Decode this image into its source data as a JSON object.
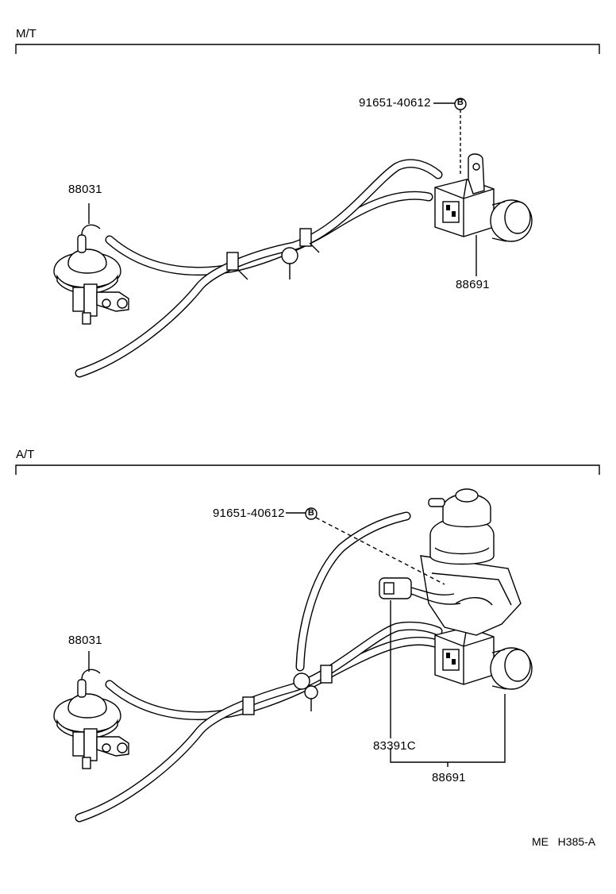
{
  "sections": {
    "mt": {
      "title": "M/T",
      "labels": {
        "bolt": "91651-40612",
        "bolt_marker": "B",
        "actuator": "88031",
        "vsv": "88691"
      }
    },
    "at": {
      "title": "A/T",
      "labels": {
        "bolt": "91651-40612",
        "bolt_marker": "B",
        "actuator": "88031",
        "sensor": "83391C",
        "vsv": "88691"
      }
    }
  },
  "footer": {
    "code": "ME   H385-A"
  }
}
